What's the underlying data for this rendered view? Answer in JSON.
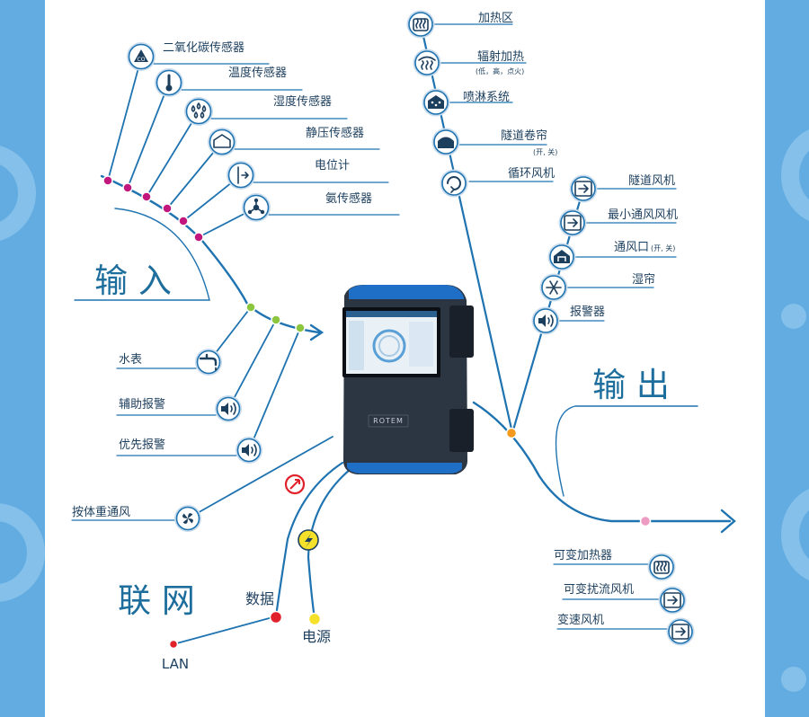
{
  "sections": {
    "input": "输 入",
    "output": "输 出",
    "network": "联 网"
  },
  "device": {
    "brand": "ROTEM",
    "screen_colors": {
      "shell": "#2c3542",
      "accent": "#1f6fc6",
      "screen": "#e9f1f7"
    }
  },
  "inputs": [
    {
      "label": "二氧化碳传感器",
      "icon": "co2-icon"
    },
    {
      "label": "温度传感器",
      "icon": "thermometer-icon"
    },
    {
      "label": "湿度传感器",
      "icon": "humidity-drops-icon"
    },
    {
      "label": "静压传感器",
      "icon": "house-pressure-icon"
    },
    {
      "label": "电位计",
      "icon": "potentiometer-icon"
    },
    {
      "label": "氨传感器",
      "icon": "ammonia-molecule-icon"
    }
  ],
  "auxiliary_inputs": [
    {
      "label": "水表",
      "icon": "water-tap-icon"
    },
    {
      "label": "辅助报警",
      "icon": "speaker-icon"
    },
    {
      "label": "优先报警",
      "icon": "speaker-icon"
    },
    {
      "label": "按体重通风",
      "icon": "fan-icon"
    }
  ],
  "outputs_top": [
    {
      "label": "加热区",
      "icon": "heater-icon"
    },
    {
      "label": "辐射加热",
      "note": "(低，高，点火)",
      "icon": "radiant-heater-icon"
    },
    {
      "label": "喷淋系统",
      "icon": "sprinkler-icon"
    },
    {
      "label": "隧道卷帘",
      "note": "(开, 关)",
      "icon": "tunnel-curtain-icon"
    },
    {
      "label": "循环风机",
      "icon": "circulation-fan-icon"
    }
  ],
  "outputs_mid": [
    {
      "label": "隧道风机",
      "icon": "arrow-right-icon"
    },
    {
      "label": "最小通风风机",
      "icon": "arrow-right-icon"
    },
    {
      "label": "通风口",
      "note": "(开, 关)",
      "icon": "inlet-icon"
    },
    {
      "label": "湿帘",
      "icon": "cooling-pad-icon"
    },
    {
      "label": "报警器",
      "icon": "speaker-icon"
    }
  ],
  "outputs_bottom": [
    {
      "label": "可变加热器",
      "icon": "heater-icon"
    },
    {
      "label": "可变扰流风机",
      "icon": "arrow-right-icon"
    },
    {
      "label": "变速风机",
      "icon": "arrow-right-icon"
    }
  ],
  "network": {
    "data": "数据",
    "power": "电源",
    "lan": "LAN"
  },
  "colors": {
    "line": "#1f73b0",
    "icon_fill": "#ffffff",
    "icon_ring": "#c8dced",
    "dot_magenta": "#c2187d",
    "dot_green": "#8cc63f",
    "dot_orange": "#f39a1e",
    "dot_pink": "#ee9bc4",
    "dot_red": "#e0202a",
    "dot_yellow": "#f5e12a",
    "side_panel": "#62ace1"
  }
}
